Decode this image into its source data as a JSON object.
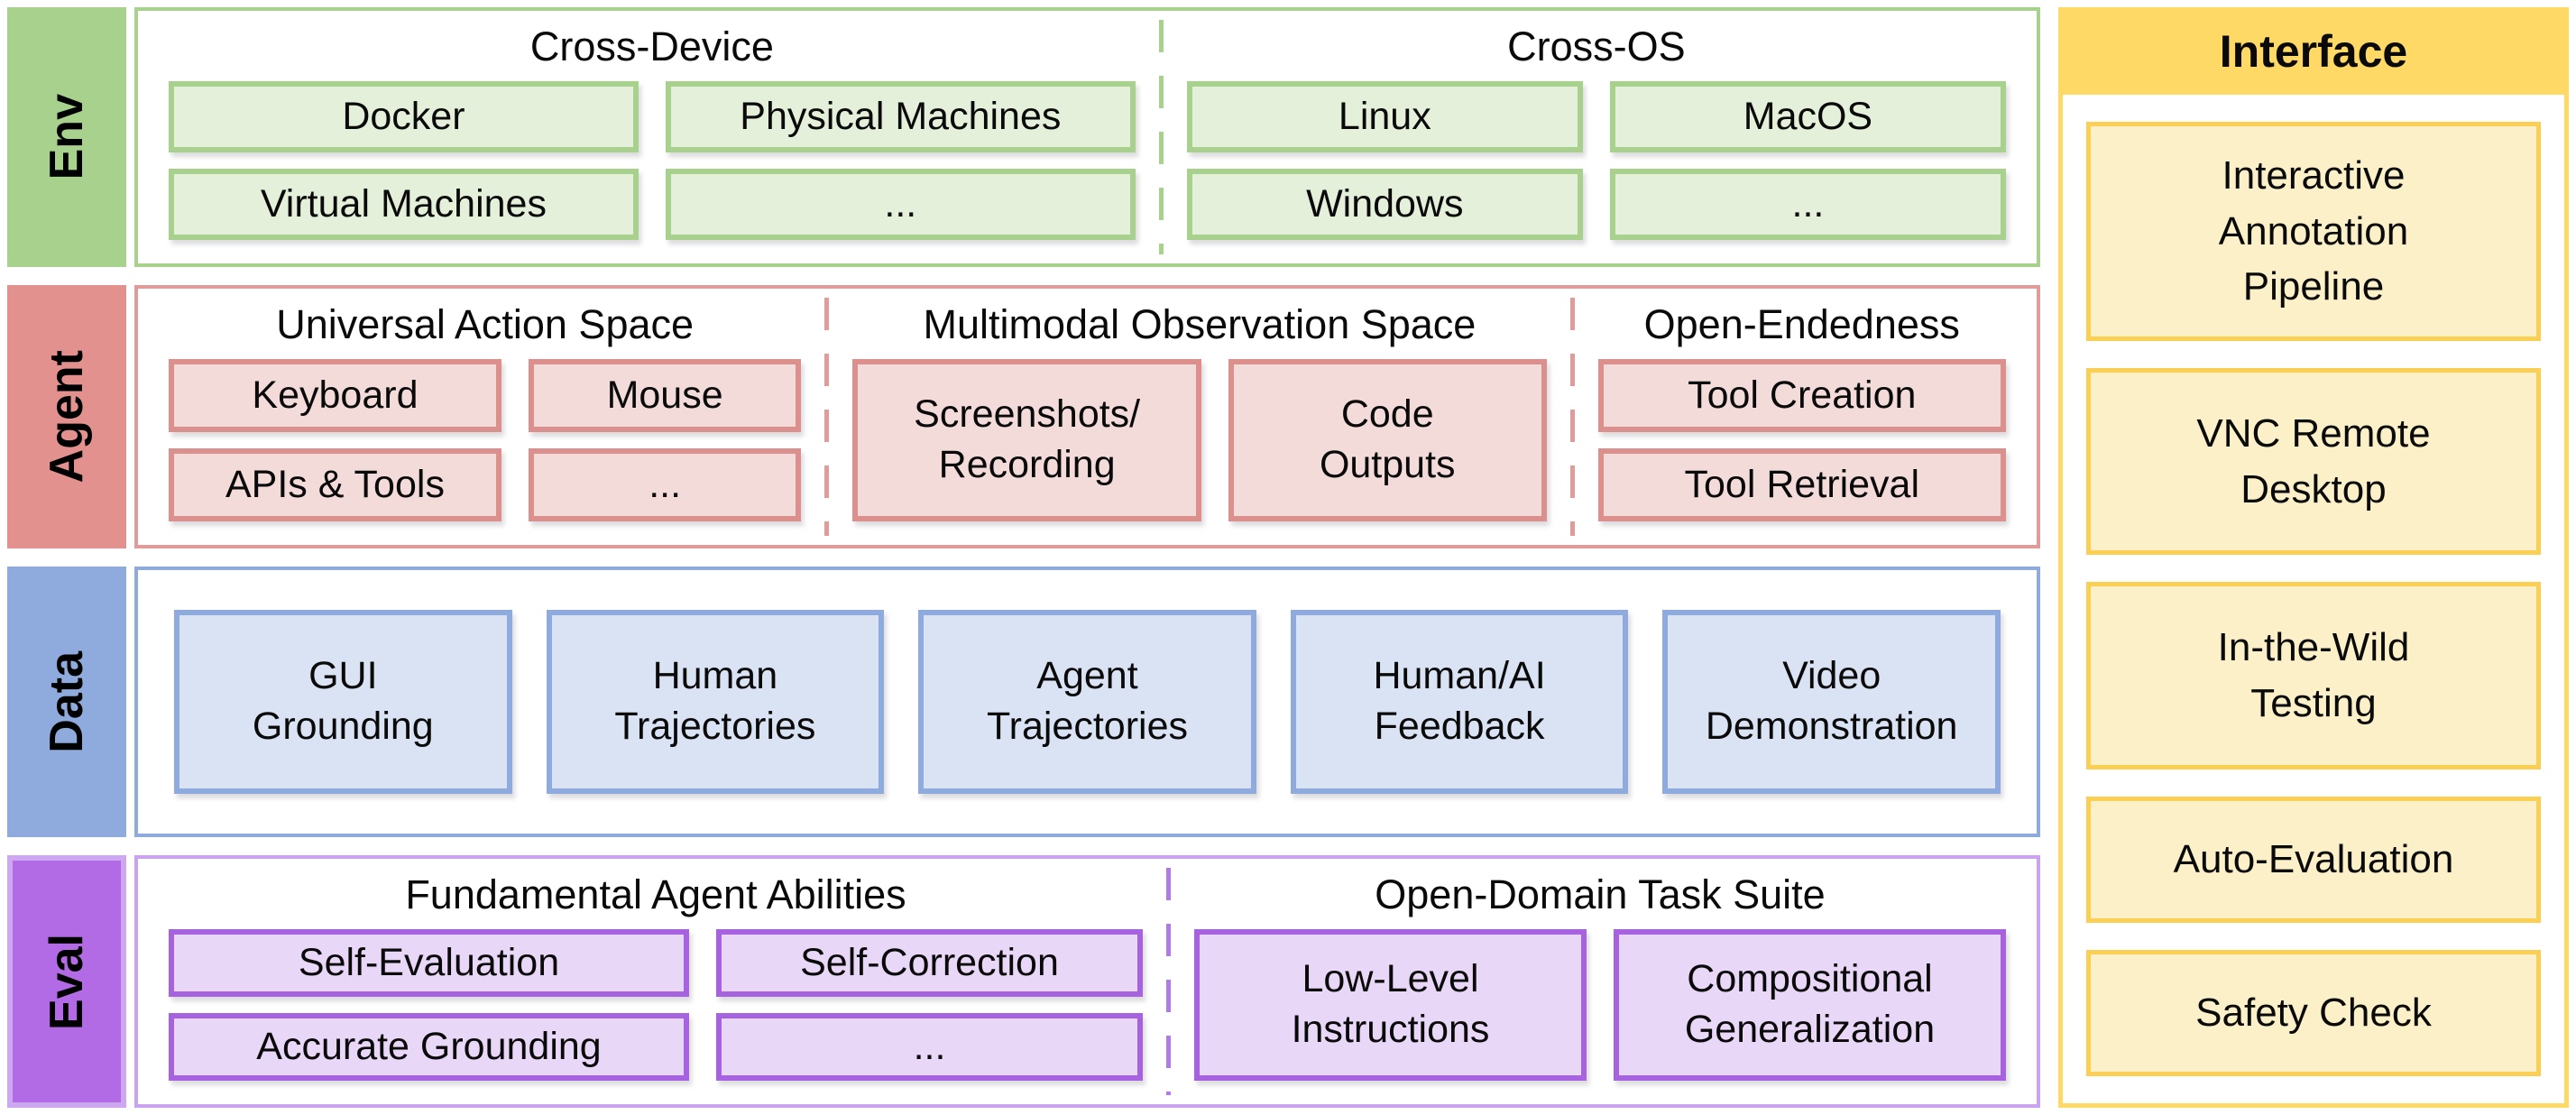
{
  "colors": {
    "env_accent": "#A9D18E",
    "env_fill": "#E4F0DA",
    "agent_accent": "#DC908E",
    "agent_sidebar": "#E2918F",
    "agent_fill": "#F3DBDA",
    "data_accent": "#8FAADC",
    "data_fill": "#DAE3F3",
    "eval_accent": "#A763DF",
    "eval_sidebar": "#B26BE4",
    "eval_outer": "#C9A2F0",
    "eval_fill": "#E9D7F8",
    "interface_accent": "#FFD966",
    "interface_fill": "#FCF0C8"
  },
  "rows": [
    {
      "id": "env",
      "label": "Env",
      "sections": [
        {
          "title": "Cross-Device",
          "boxes": [
            "Docker",
            "Physical Machines",
            "Virtual Machines",
            "..."
          ]
        },
        {
          "title": "Cross-OS",
          "boxes": [
            "Linux",
            "MacOS",
            "Windows",
            "..."
          ]
        }
      ]
    },
    {
      "id": "agent",
      "label": "Agent",
      "sections": [
        {
          "title": "Universal Action Space",
          "boxes": [
            "Keyboard",
            "Mouse",
            "APIs & Tools",
            "..."
          ]
        },
        {
          "title": "Multimodal Observation Space",
          "boxes": [
            "Screenshots/\nRecording",
            "Code\nOutputs"
          ]
        },
        {
          "title": "Open-Endedness",
          "boxes": [
            "Tool Creation",
            "Tool Retrieval"
          ]
        }
      ]
    },
    {
      "id": "data",
      "label": "Data",
      "boxes": [
        "GUI\nGrounding",
        "Human\nTrajectories",
        "Agent\nTrajectories",
        "Human/AI\nFeedback",
        "Video\nDemonstration"
      ]
    },
    {
      "id": "eval",
      "label": "Eval",
      "sections": [
        {
          "title": "Fundamental Agent Abilities",
          "boxes": [
            "Self-Evaluation",
            "Self-Correction",
            "Accurate Grounding",
            "..."
          ]
        },
        {
          "title": "Open-Domain Task Suite",
          "boxes": [
            "Low-Level\nInstructions",
            "Compositional\nGeneralization"
          ]
        }
      ]
    }
  ],
  "interface_panel": {
    "title": "Interface",
    "items": [
      "Interactive\nAnnotation\nPipeline",
      "VNC Remote\nDesktop",
      "In-the-Wild\nTesting",
      "Auto-Evaluation",
      "Safety Check"
    ]
  }
}
